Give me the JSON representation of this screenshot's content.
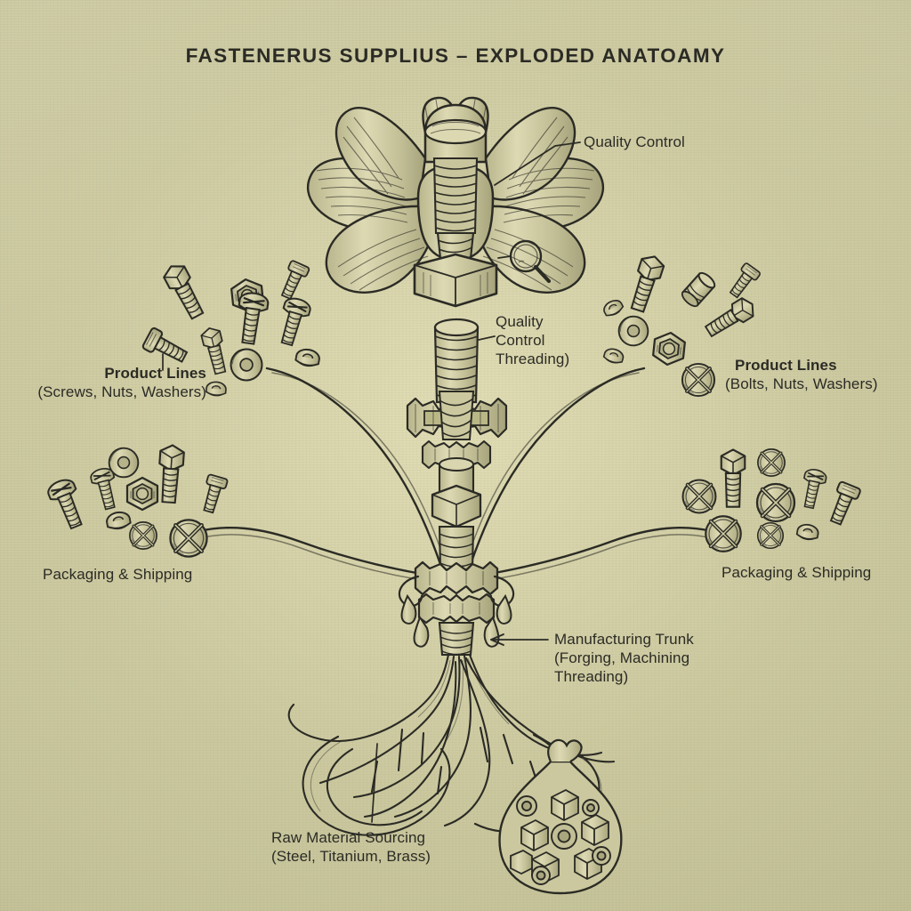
{
  "page": {
    "title": "FASTENERUS SUPPLIUS – EXPLODED ANATOAMY",
    "ink_color": "#2b2b25",
    "paper_color": "#cdcba4",
    "style": "vintage-botanical-pen-and-ink-plate"
  },
  "labels": {
    "quality_control_top": "Quality Control",
    "quality_control_stem_l1": "Quality",
    "quality_control_stem_l2": "Control",
    "quality_control_stem_l3": "Threading)",
    "product_lines_left_l1": "Product Lines",
    "product_lines_left_l2": "(Screws, Nuts, Washers)",
    "product_lines_right_l1": "Product Lines",
    "product_lines_right_l2": "(Bolts, Nuts, Washers)",
    "packaging_left": "Packaging & Shipping",
    "packaging_right": "Packaging & Shipping",
    "manufacturing_l1": "Manufacturing Trunk",
    "manufacturing_l2": "(Forging, Machining",
    "manufacturing_l3": "Threading)",
    "raw_material_l1": "Raw Material Sourcing",
    "raw_material_l2": "(Steel, Titanium, Brass)"
  },
  "icons": {
    "magnifier": "magnifier-icon",
    "flower_head": "bolt-flower-icon",
    "root_bulb": "wire-root-icon",
    "material_bag": "material-bag-icon"
  },
  "diagram_parts": [
    {
      "name": "flower-head",
      "label": "Quality Control",
      "region": "top-center"
    },
    {
      "name": "stem-assembly",
      "label": "Quality Control Threading)",
      "region": "center"
    },
    {
      "name": "upper-left-cluster",
      "label": "Product Lines (Screws, Nuts, Washers)",
      "region": "upper-left"
    },
    {
      "name": "upper-right-cluster",
      "label": "Product Lines (Bolts, Nuts, Washers)",
      "region": "upper-right"
    },
    {
      "name": "lower-left-cluster",
      "label": "Packaging & Shipping",
      "region": "mid-left"
    },
    {
      "name": "lower-right-cluster",
      "label": "Packaging & Shipping",
      "region": "mid-right"
    },
    {
      "name": "trunk",
      "label": "Manufacturing Trunk (Forging, Machining Threading)",
      "region": "lower-center"
    },
    {
      "name": "roots",
      "label": "Raw Material Sourcing (Steel, Titanium, Brass)",
      "region": "bottom-center"
    }
  ]
}
